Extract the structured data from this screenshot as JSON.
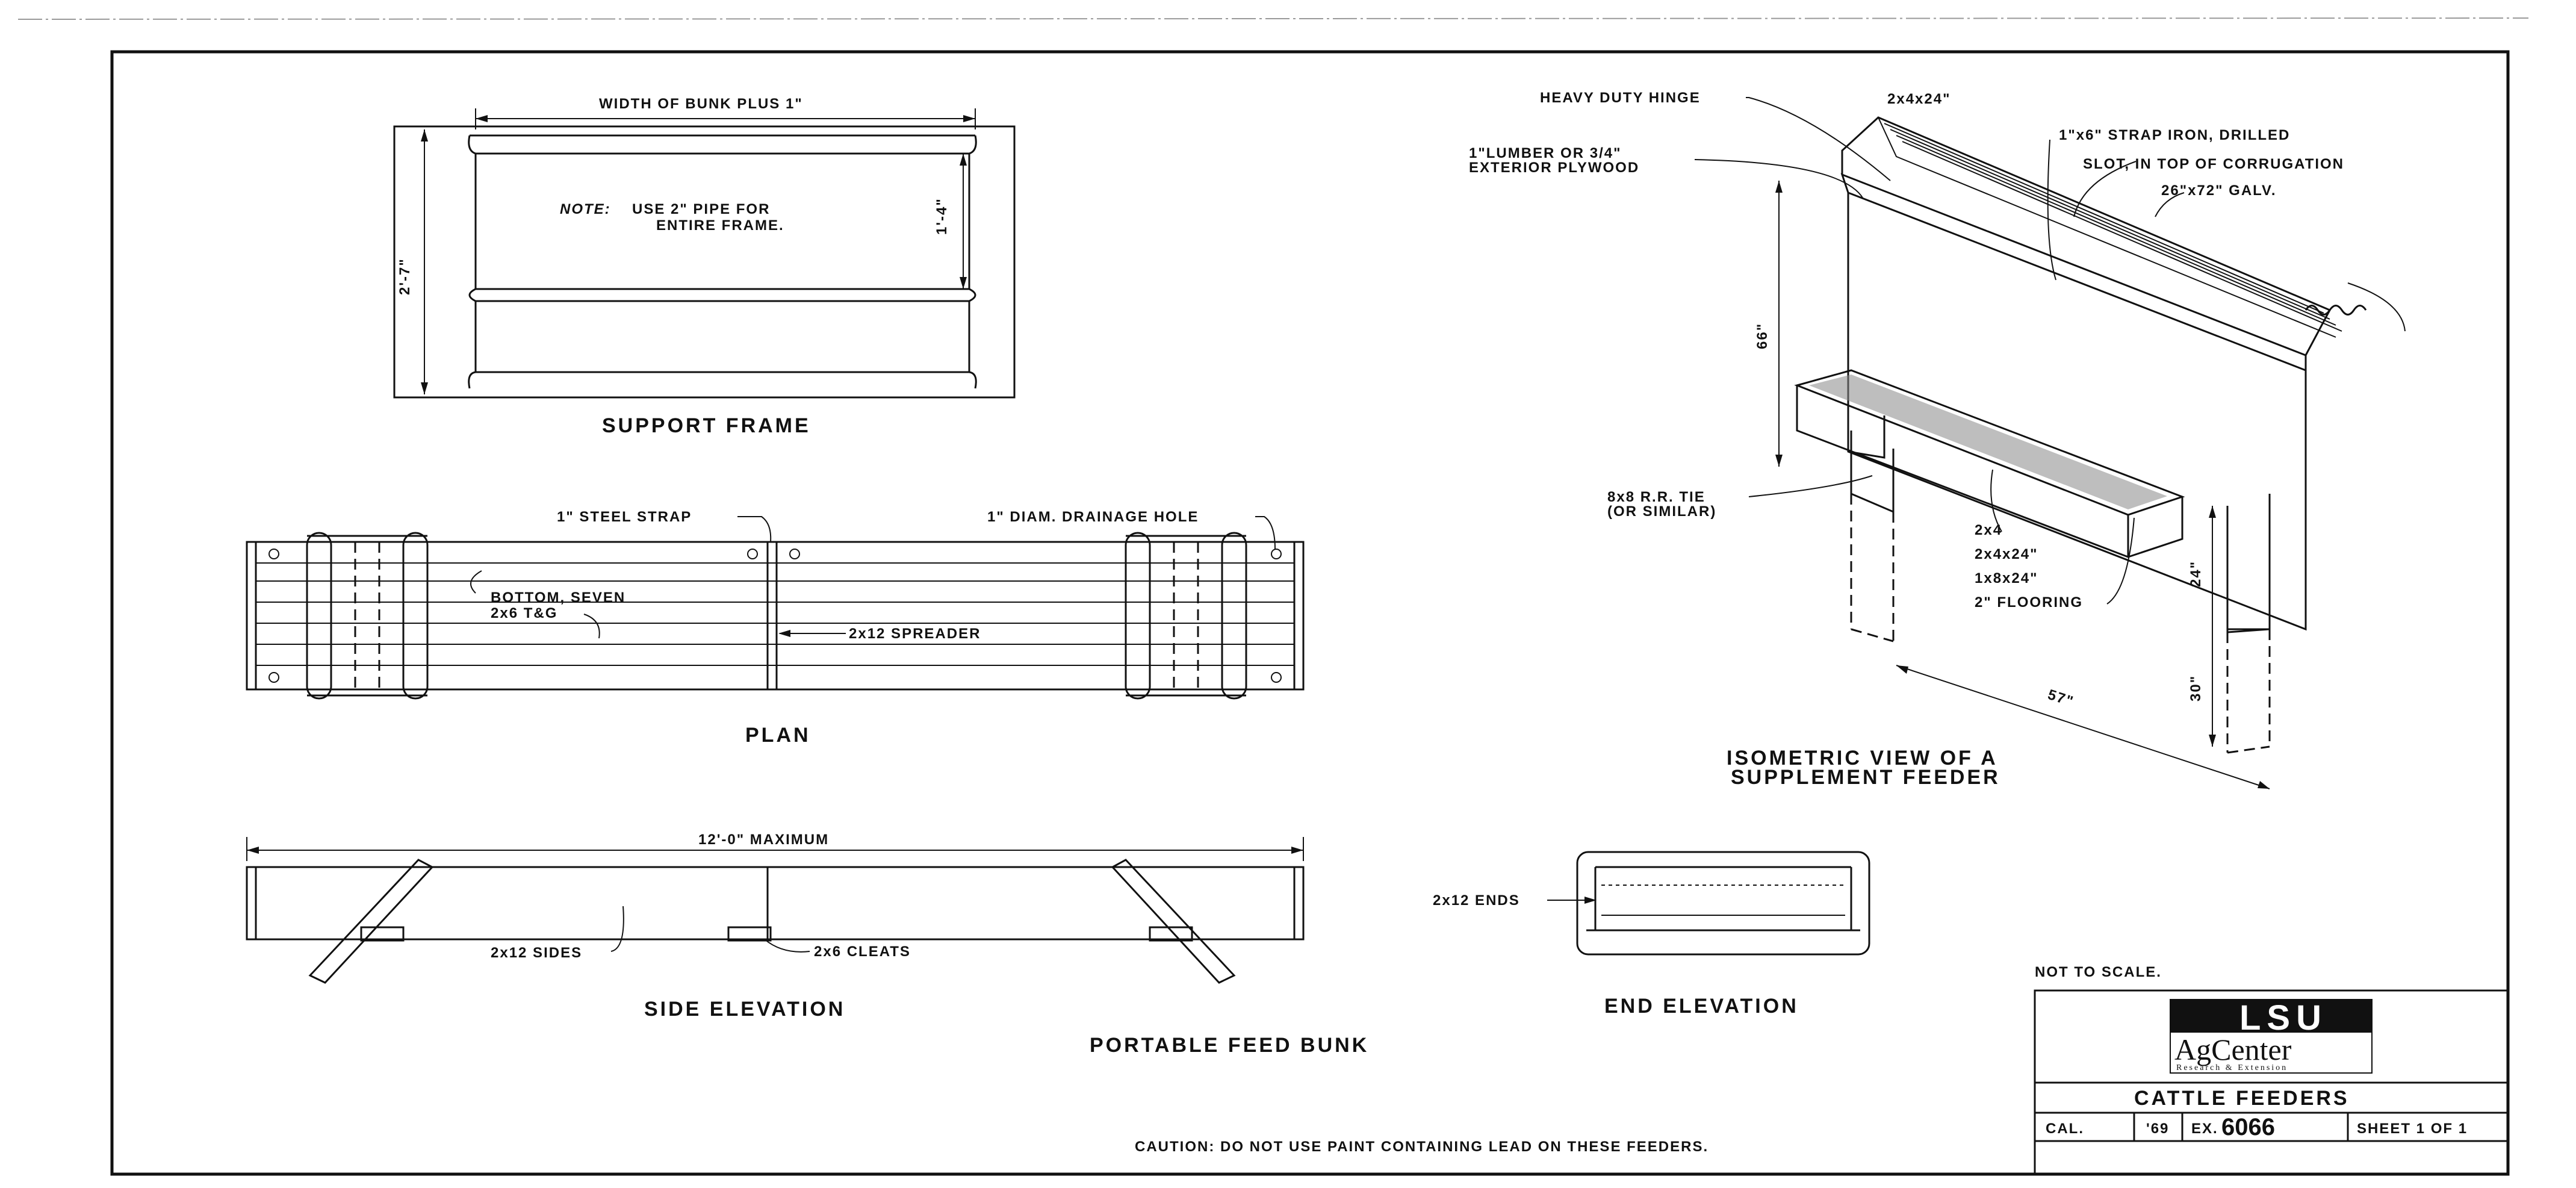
{
  "support_frame": {
    "title": "SUPPORT FRAME",
    "width_dim": "WIDTH  OF  BUNK PLUS 1\"",
    "height_dim": "2'-7\"",
    "inner_dim": "1'-4\"",
    "note_prefix": "NOTE:",
    "note_line1": "USE 2\" PIPE FOR",
    "note_line2": "ENTIRE FRAME."
  },
  "plan": {
    "title": "PLAN",
    "steel_strap": "1\" STEEL STRAP",
    "drainage_hole": "1\" DIAM. DRAINAGE HOLE",
    "bottom_line1": "BOTTOM, SEVEN",
    "bottom_line2": "2x6 T&G",
    "spreader": "2x12 SPREADER"
  },
  "side_elevation": {
    "title": "SIDE ELEVATION",
    "max_dim": "12'-0\" MAXIMUM",
    "sides": "2x12 SIDES",
    "cleats": "2x6 CLEATS"
  },
  "end_elevation": {
    "title": "END ELEVATION",
    "ends": "2x12 ENDS"
  },
  "portable_title": "PORTABLE FEED BUNK",
  "isometric": {
    "title_line1": "ISOMETRIC VIEW OF A",
    "title_line2": "SUPPLEMENT FEEDER",
    "hinge": "HEAVY DUTY HINGE",
    "lid_stock": "2x4x24\"",
    "lumber_line1": "1\"LUMBER OR 3/4\"",
    "lumber_line2": "EXTERIOR PLYWOOD",
    "strap_iron": "1\"x6\" STRAP IRON, DRILLED",
    "slot": "SLOT, IN TOP OF CORRUGATION",
    "galv": "26\"x72\" GALV.",
    "height_66": "66\"",
    "tie_line1": "8x8 R.R. TIE",
    "tie_line2": "(OR SIMILAR)",
    "m_2x4": "2x4",
    "m_2x4x24": "2x4x24\"",
    "m_1x8x24": "1x8x24\"",
    "m_flooring": "2\" FLOORING",
    "dim_24": "24\"",
    "dim_30": "30\"",
    "dim_57": "57\""
  },
  "not_to_scale": "NOT TO SCALE.",
  "caution": "CAUTION:  DO NOT USE PAINT CONTAINING LEAD ON THESE FEEDERS.",
  "title_block": {
    "logo_line1": "LSU",
    "logo_line2": "AgCenter",
    "logo_line3": "Research & Extension",
    "drawing_title": "CATTLE FEEDERS",
    "cal": "CAL.",
    "year": "'69",
    "ex_label": "EX.",
    "ex_number": "6066",
    "sheet": "SHEET 1 OF 1"
  }
}
